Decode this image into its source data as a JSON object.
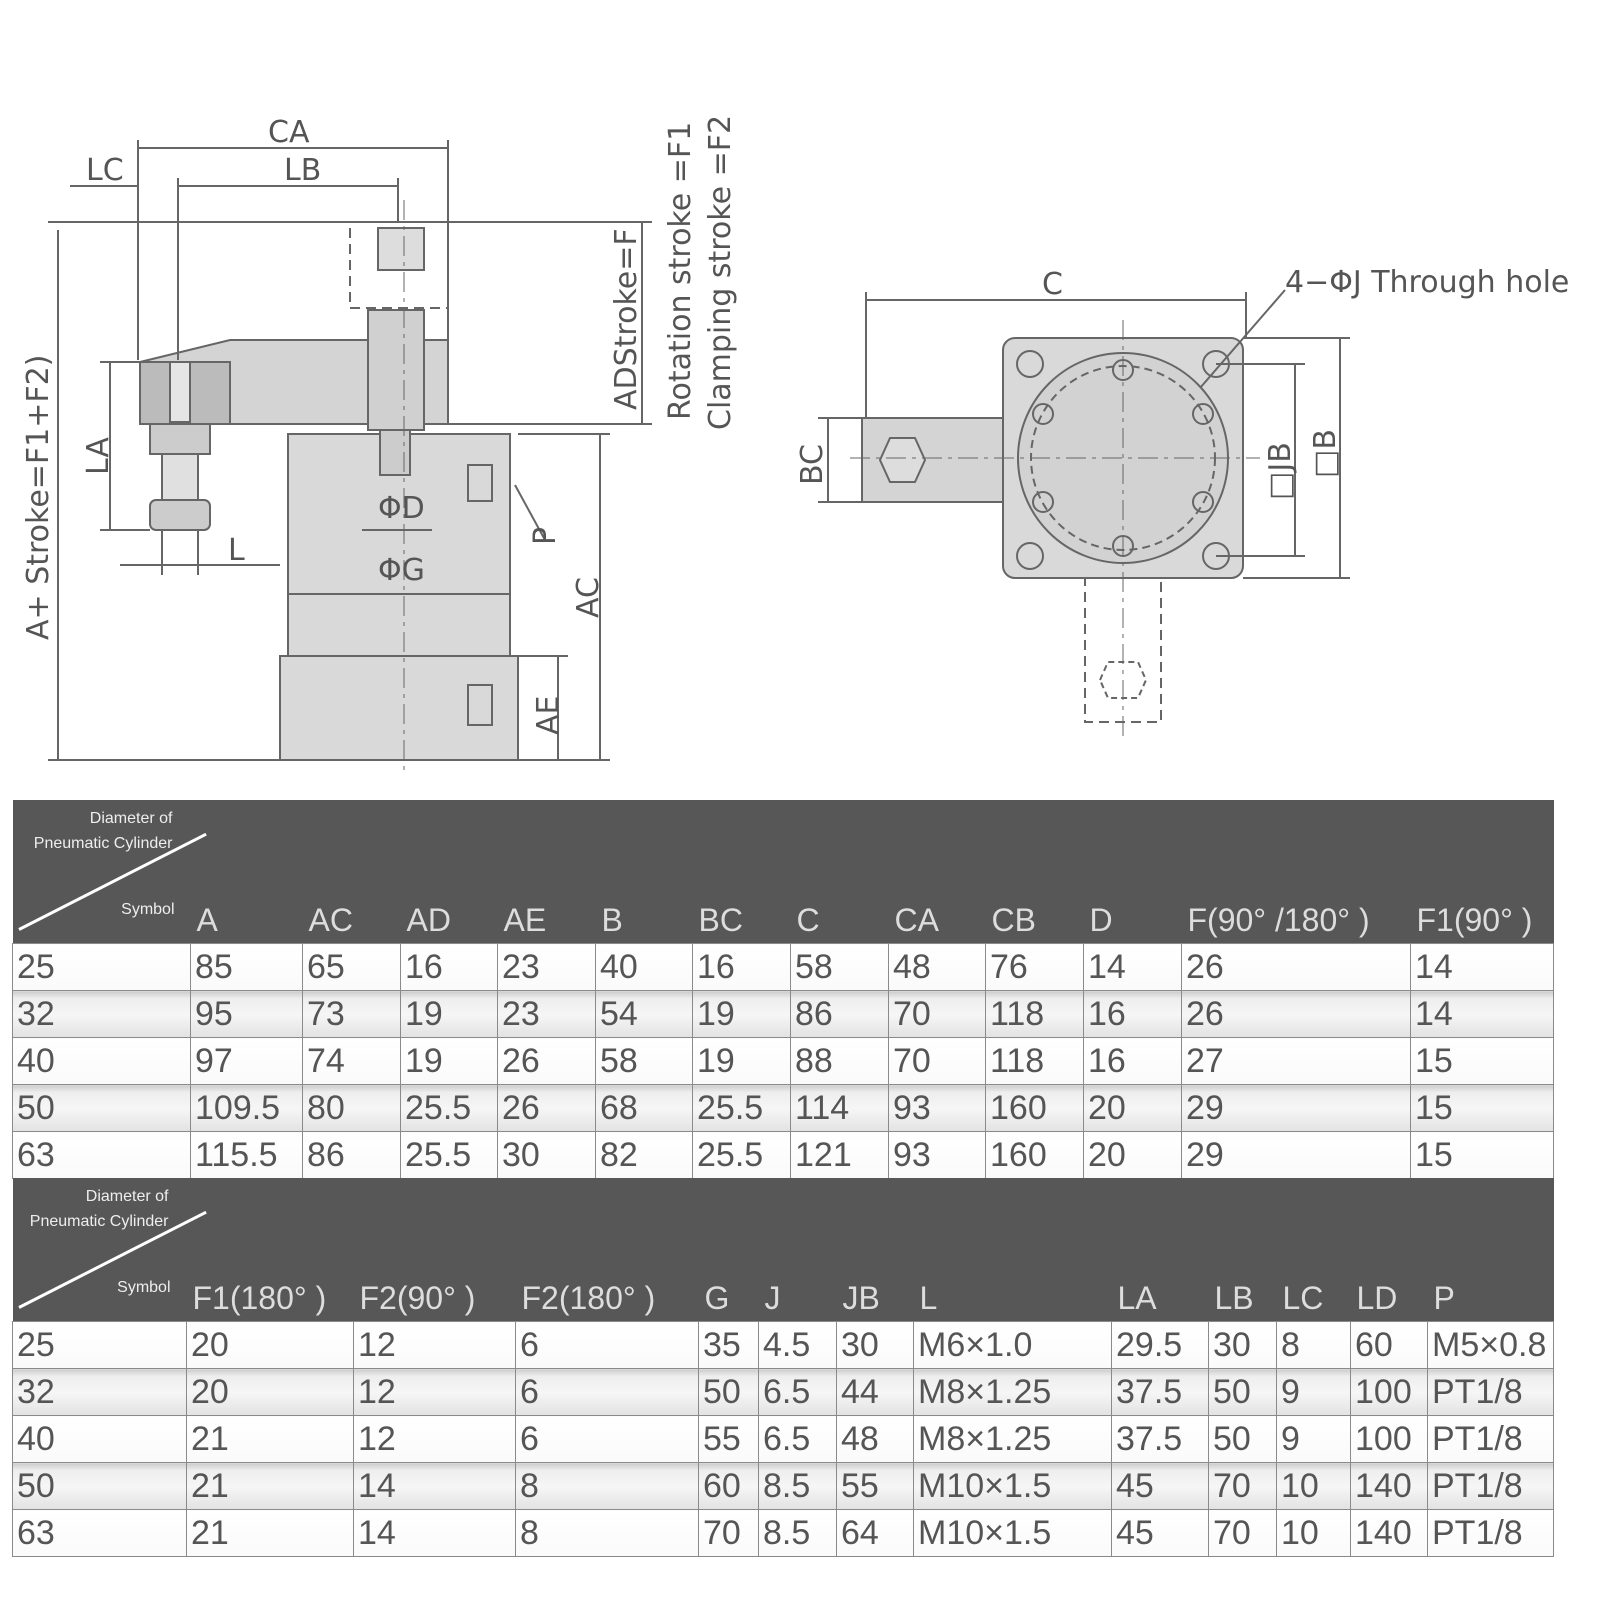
{
  "drawing": {
    "side_view": {
      "ca": "CA",
      "lb": "LB",
      "lc": "LC",
      "a_stroke": "A+ Stroke=F1+F2)",
      "la": "LA",
      "l": "L",
      "phi_d": "ΦD",
      "phi_g": "ΦG",
      "p": "P",
      "ac": "AC",
      "ae": "AE",
      "ad_stroke": "ADStroke=F",
      "rotation_stroke": "Rotation stroke =F1",
      "clamping_stroke": "Clamping stroke =F2"
    },
    "top_view": {
      "c": "C",
      "through_hole": "4−ΦJ Through hole",
      "bc": "BC",
      "jb": "□JB",
      "b": "□B"
    }
  },
  "table1": {
    "corner_top": "Diameter of\nPneumatic Cylinder",
    "corner_bottom": "Symbol",
    "headers": [
      "A",
      "AC",
      "AD",
      "AE",
      "B",
      "BC",
      "C",
      "CA",
      "CB",
      "D",
      "F(90°  /180°  )",
      "F1(90°  )"
    ],
    "rows": [
      [
        "25",
        "85",
        "65",
        "16",
        "23",
        "40",
        "16",
        "58",
        "48",
        "76",
        "14",
        "26",
        "14"
      ],
      [
        "32",
        "95",
        "73",
        "19",
        "23",
        "54",
        "19",
        "86",
        "70",
        "118",
        "16",
        "26",
        "14"
      ],
      [
        "40",
        "97",
        "74",
        "19",
        "26",
        "58",
        "19",
        "88",
        "70",
        "118",
        "16",
        "27",
        "15"
      ],
      [
        "50",
        "109.5",
        "80",
        "25.5",
        "26",
        "68",
        "25.5",
        "114",
        "93",
        "160",
        "20",
        "29",
        "15"
      ],
      [
        "63",
        "115.5",
        "86",
        "25.5",
        "30",
        "82",
        "25.5",
        "121",
        "93",
        "160",
        "20",
        "29",
        "15"
      ]
    ]
  },
  "table2": {
    "corner_top": "Diameter of\nPneumatic Cylinder",
    "corner_bottom": "Symbol",
    "headers": [
      "F1(180°  )",
      "F2(90°  )",
      "F2(180°  )",
      "G",
      "J",
      "JB",
      "L",
      "LA",
      "LB",
      "LC",
      "LD",
      "P"
    ],
    "rows": [
      [
        "25",
        "20",
        "12",
        "6",
        "35",
        "4.5",
        "30",
        "M6×1.0",
        "29.5",
        "30",
        "8",
        "60",
        "M5×0.8"
      ],
      [
        "32",
        "20",
        "12",
        "6",
        "50",
        "6.5",
        "44",
        "M8×1.25",
        "37.5",
        "50",
        "9",
        "100",
        "PT1/8"
      ],
      [
        "40",
        "21",
        "12",
        "6",
        "55",
        "6.5",
        "48",
        "M8×1.25",
        "37.5",
        "50",
        "9",
        "100",
        "PT1/8"
      ],
      [
        "50",
        "21",
        "14",
        "8",
        "60",
        "8.5",
        "55",
        "M10×1.5",
        "45",
        "70",
        "10",
        "140",
        "PT1/8"
      ],
      [
        "63",
        "21",
        "14",
        "8",
        "70",
        "8.5",
        "64",
        "M10×1.5",
        "45",
        "70",
        "10",
        "140",
        "PT1/8"
      ]
    ]
  }
}
